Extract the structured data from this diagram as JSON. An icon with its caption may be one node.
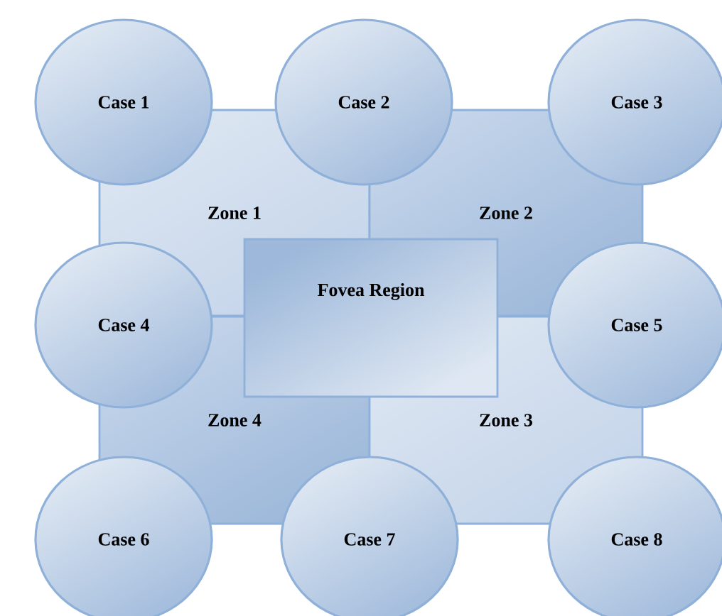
{
  "diagram": {
    "nodes": [
      {
        "text": [
          "Case 1"
        ]
      },
      {
        "text": [
          "Case 2"
        ]
      },
      {
        "text": [
          "Case 3"
        ]
      },
      {
        "text": [
          "Zone 1"
        ]
      },
      {
        "text": [
          "Zone 2"
        ]
      },
      {
        "text": [
          "Case 4"
        ]
      },
      {
        "text": [
          "Fovea Region"
        ]
      },
      {
        "text": [
          "Case 5"
        ]
      },
      {
        "text": [
          "Zone 4"
        ]
      },
      {
        "text": [
          "Zone 3"
        ]
      },
      {
        "text": [
          "Case 6"
        ]
      },
      {
        "text": [
          "Case 7"
        ]
      },
      {
        "text": [
          "Case 8"
        ]
      }
    ]
  }
}
